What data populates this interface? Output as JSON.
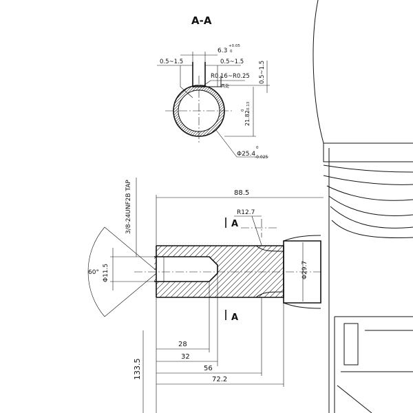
{
  "section": {
    "title": "A-A",
    "keyway_width": "6.3",
    "keyway_width_tol_upper": "+0.05",
    "keyway_width_tol_lower": "0",
    "edge_break_left": "0.5~1.5",
    "edge_break_right": "0.5~1.5",
    "fillet_radius": "R0.16~R0.25",
    "fillet_note": "两处",
    "edge_break_vertical": "0.5~1.5",
    "key_depth": "21.82",
    "key_depth_tol_upper": "0",
    "key_depth_tol_lower": "-0.13",
    "diameter": "Φ25.4",
    "diameter_tol_upper": "0",
    "diameter_tol_lower": "-0.025"
  },
  "shaft": {
    "tap_note": "3/8-24UNF2B TAP",
    "length_overall": "88.5",
    "radius": "R12.7",
    "section_mark_top": "A",
    "section_mark_bottom": "A",
    "angle": "60°",
    "hole_diameter": "Φ11.5",
    "collar_diameter": "Φ29.7",
    "dim_28": "28",
    "dim_32": "32",
    "dim_56": "56",
    "dim_72": "72.2",
    "dim_133": "133.5"
  }
}
